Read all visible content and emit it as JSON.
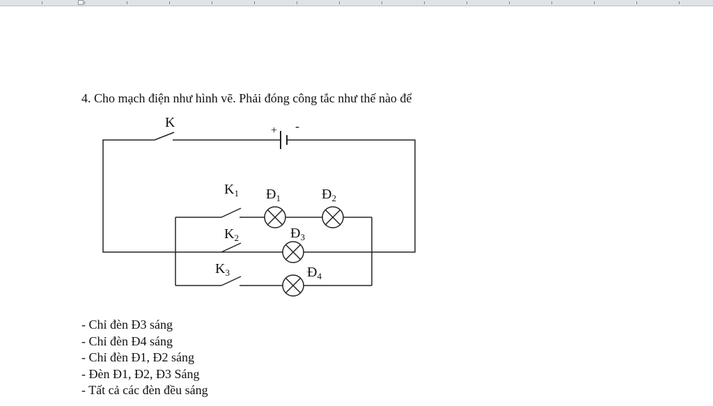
{
  "question": {
    "text": "4. Cho mạch điện như hình vẽ. Phải đóng công tắc như thế nào để"
  },
  "circuit": {
    "switch_main": "K",
    "battery_plus": "+",
    "battery_minus": "-",
    "switches": [
      {
        "name": "K",
        "sub": "1"
      },
      {
        "name": "K",
        "sub": "2"
      },
      {
        "name": "K",
        "sub": "3"
      }
    ],
    "lamps": [
      {
        "name": "Đ",
        "sub": "1"
      },
      {
        "name": "Đ",
        "sub": "2"
      },
      {
        "name": "Đ",
        "sub": "3"
      },
      {
        "name": "Đ",
        "sub": "4"
      }
    ]
  },
  "options": [
    "- Chỉ đèn Đ3 sáng",
    "- Chỉ đèn Đ4 sáng",
    "- Chỉ đèn Đ1, Đ2 sáng",
    "- Đèn Đ1, Đ2, Đ3 Sáng",
    "- Tất cả các đèn đều sáng"
  ]
}
